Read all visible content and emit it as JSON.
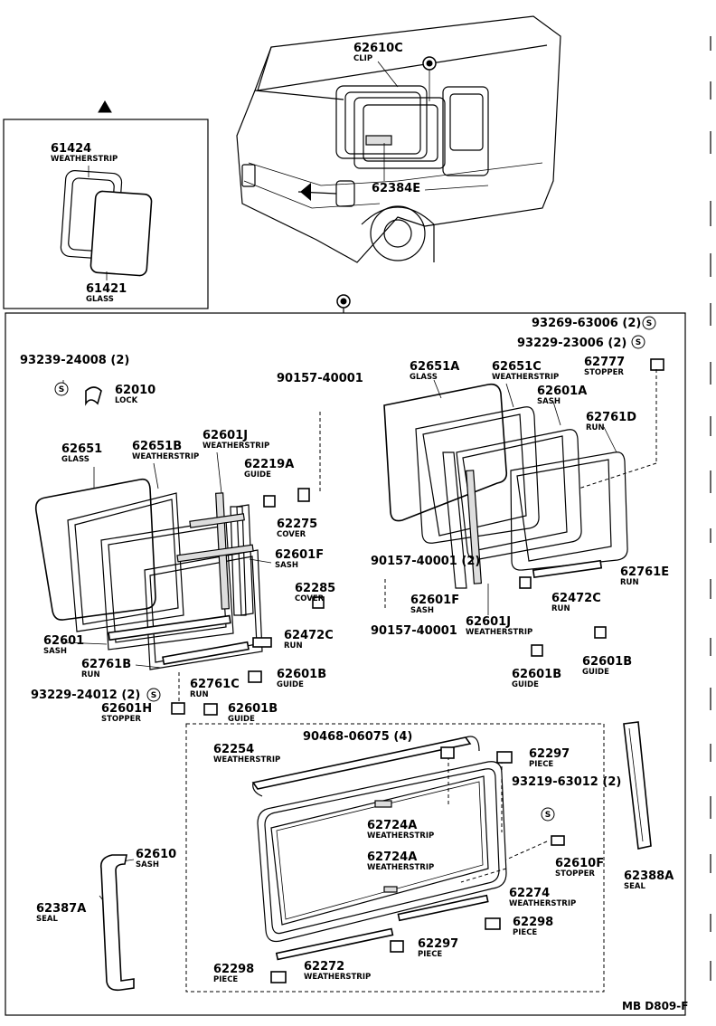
{
  "footer_code": "MB D809-F",
  "symbol_markers": {
    "triangle": "triangle-marker",
    "circle": "circle-marker",
    "s_washer": "S"
  },
  "labels": {
    "p62610C": {
      "num": "62610C",
      "name": "CLIP"
    },
    "p62384E": {
      "num": "62384E"
    },
    "p61424": {
      "num": "61424",
      "name": "WEATHERSTRIP"
    },
    "p61421": {
      "num": "61421",
      "name": "GLASS"
    },
    "p93269": {
      "num": "93269-63006 (2)"
    },
    "p93229a": {
      "num": "93229-23006 (2)"
    },
    "p62777": {
      "num": "62777",
      "name": "STOPPER"
    },
    "p93239": {
      "num": "93239-24008 (2)"
    },
    "p62010": {
      "num": "62010",
      "name": "LOCK"
    },
    "p90157a": {
      "num": "90157-40001"
    },
    "p62651A": {
      "num": "62651A",
      "name": "GLASS"
    },
    "p62651C": {
      "num": "62651C",
      "name": "WEATHERSTRIP"
    },
    "p62601A": {
      "num": "62601A",
      "name": "SASH"
    },
    "p62761D": {
      "num": "62761D",
      "name": "RUN"
    },
    "p62651": {
      "num": "62651",
      "name": "GLASS"
    },
    "p62651B": {
      "num": "62651B",
      "name": "WEATHERSTRIP"
    },
    "p62601J": {
      "num": "62601J",
      "name": "WEATHERSTRIP"
    },
    "p62219A": {
      "num": "62219A",
      "name": "GUIDE"
    },
    "p62275": {
      "num": "62275",
      "name": "COVER"
    },
    "p62601F": {
      "num": "62601F",
      "name": "SASH"
    },
    "p90157b": {
      "num": "90157-40001 (2)"
    },
    "p62285": {
      "num": "62285",
      "name": "COVER"
    },
    "p90157c": {
      "num": "90157-40001"
    },
    "p62601F2": {
      "num": "62601F",
      "name": "SASH"
    },
    "p62601J2": {
      "num": "62601J",
      "name": "WEATHERSTRIP"
    },
    "p62761E": {
      "num": "62761E",
      "name": "RUN"
    },
    "p62472C": {
      "num": "62472C",
      "name": "RUN"
    },
    "p62472C2": {
      "num": "62472C",
      "name": "RUN"
    },
    "p62601": {
      "num": "62601",
      "name": "SASH"
    },
    "p62761B": {
      "num": "62761B",
      "name": "RUN"
    },
    "p62761C": {
      "num": "62761C",
      "name": "RUN"
    },
    "p62601B1": {
      "num": "62601B",
      "name": "GUIDE"
    },
    "p62601B2": {
      "num": "62601B",
      "name": "GUIDE"
    },
    "p62601B3": {
      "num": "62601B",
      "name": "GUIDE"
    },
    "p62601B4": {
      "num": "62601B",
      "name": "GUIDE"
    },
    "p93229b": {
      "num": "93229-24012 (2)"
    },
    "p62601H": {
      "num": "62601H",
      "name": "STOPPER"
    },
    "p90468": {
      "num": "90468-06075 (4)"
    },
    "p62254": {
      "num": "62254",
      "name": "WEATHERSTRIP"
    },
    "p62297a": {
      "num": "62297",
      "name": "PIECE"
    },
    "p93219": {
      "num": "93219-63012 (2)"
    },
    "p62724A1": {
      "num": "62724A",
      "name": "WEATHERSTRIP"
    },
    "p62724A2": {
      "num": "62724A",
      "name": "WEATHERSTRIP"
    },
    "p62610": {
      "num": "62610",
      "name": "SASH"
    },
    "p62610F": {
      "num": "62610F",
      "name": "STOPPER"
    },
    "p62388A": {
      "num": "62388A",
      "name": "SEAL"
    },
    "p62387A": {
      "num": "62387A",
      "name": "SEAL"
    },
    "p62274": {
      "num": "62274",
      "name": "WEATHERSTRIP"
    },
    "p62298a": {
      "num": "62298",
      "name": "PIECE"
    },
    "p62297b": {
      "num": "62297",
      "name": "PIECE"
    },
    "p62298b": {
      "num": "62298",
      "name": "PIECE"
    },
    "p62272": {
      "num": "62272",
      "name": "WEATHERSTRIP"
    }
  }
}
